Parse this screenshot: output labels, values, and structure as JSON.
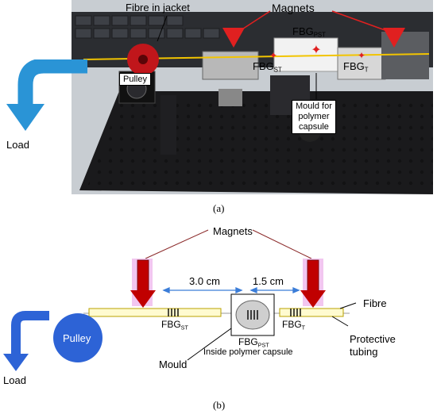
{
  "panel_a": {
    "label": "(a)",
    "fibre_label": "Fibre in jacket",
    "magnets_label": "Magnets",
    "pulley_label": "Pulley",
    "load_label": "Load",
    "fbg_pst_base": "FBG",
    "fbg_pst_sub": "PST",
    "fbg_st_base": "FBG",
    "fbg_st_sub": "ST",
    "fbg_t_base": "FBG",
    "fbg_t_sub": "T",
    "mould_label_1": "Mould for",
    "mould_label_2": "polymer",
    "mould_label_3": "capsule"
  },
  "panel_b": {
    "label": "(b)",
    "magnets_label": "Magnets",
    "dist_1": "3.0 cm",
    "dist_2": "1.5 cm",
    "fibre_label": "Fibre",
    "pulley_label": "Pulley",
    "load_label": "Load",
    "mould_label": "Mould",
    "fbg_st_base": "FBG",
    "fbg_st_sub": "ST",
    "fbg_pst_base": "FBG",
    "fbg_pst_sub": "PST",
    "fbg_t_base": "FBG",
    "fbg_t_sub": "T",
    "inside_capsule": "Inside polymer capsule",
    "protective_1": "Protective",
    "protective_2": "tubing"
  }
}
